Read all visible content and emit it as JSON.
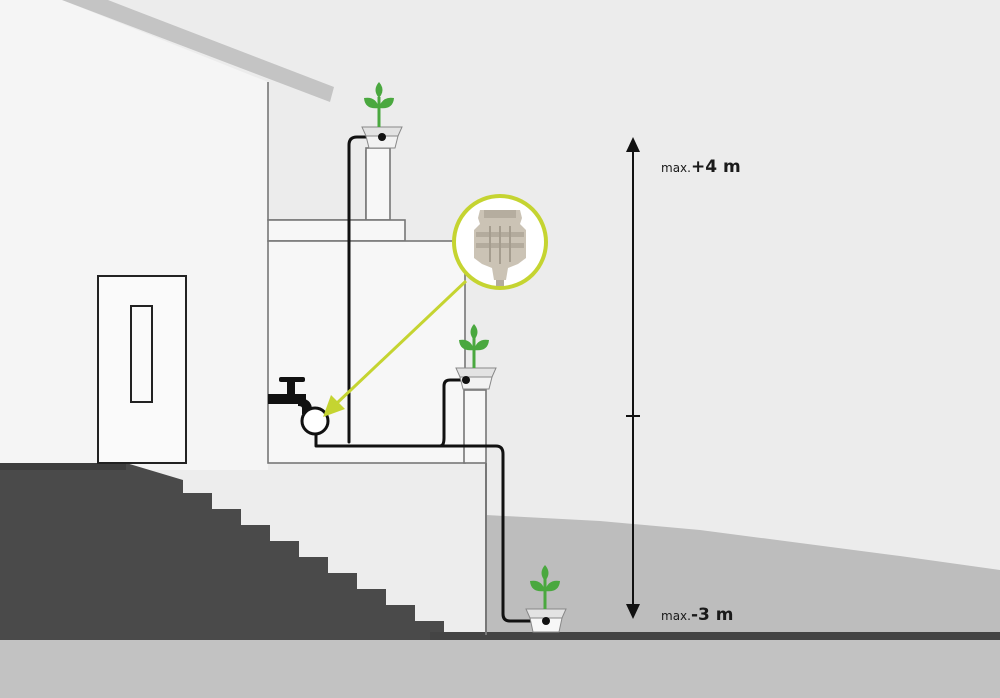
{
  "height_range": {
    "max_height": {
      "prefix": "max.",
      "value": "+4 m"
    },
    "max_depth": {
      "prefix": "max.",
      "value": "-3 m"
    }
  },
  "colors": {
    "hose": "#111111",
    "highlight": "#c5d431",
    "leaf": "#4aa83f",
    "sky": "#ececec",
    "wall": "#f4f4f4",
    "ground": "#bdbdbd",
    "stairs": "#4a4a4a",
    "floor": "#444444",
    "roof": "#c2c2c2"
  },
  "icons": [
    "plant-icon",
    "faucet-icon",
    "pressure-reducer-icon",
    "double-arrow-icon"
  ]
}
